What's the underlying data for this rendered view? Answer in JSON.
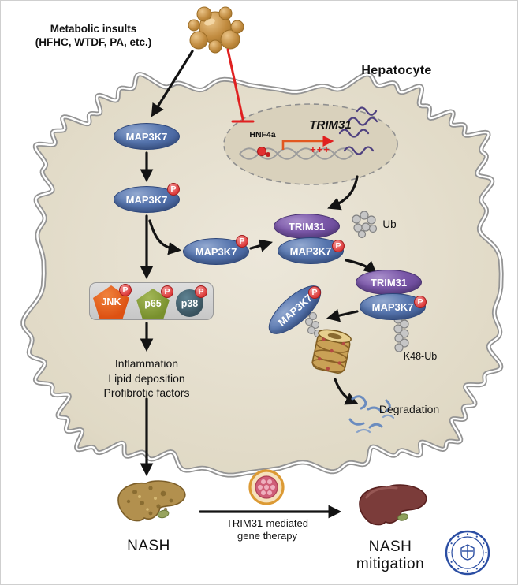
{
  "figure": {
    "insults": {
      "line1": "Metabolic insults",
      "line2": "(HFHC, WTDF, PA, etc.)"
    },
    "cell": {
      "label": "Hepatocyte"
    },
    "nucleus": {
      "tf": "HNF4a",
      "gene": "TRIM31",
      "activation": "+++"
    },
    "proteins": {
      "map3k7": "MAP3K7",
      "trim31": "TRIM31",
      "phospho": "P",
      "jnk": "JNK",
      "p65": "p65",
      "p38": "p38"
    },
    "tags": {
      "ub": "Ub",
      "k48": "K48-Ub"
    },
    "outcomes": [
      "Inflammation",
      "Lipid deposition",
      "Profibrotic factors"
    ],
    "degradation": "Degradation",
    "bottom": {
      "nash": "NASH",
      "therapy_line1": "TRIM31-mediated",
      "therapy_line2": "gene therapy",
      "mitigation_line1": "NASH",
      "mitigation_line2": "mitigation"
    }
  },
  "colors": {
    "map3k7_fill": "#4a6aa5",
    "trim31_fill": "#6a4b96",
    "phospho_badge": "#dd3a3a",
    "inhibition_red": "#e02020",
    "transcription_orange": "#e2571f",
    "jnk_orange": "#dd5112",
    "p65_olive": "#78902d",
    "p38_teal": "#39525e",
    "cell_fill": "#e3dcc9",
    "membrane_gray": "#949494",
    "mrna_purple": "#4e4080",
    "seal_blue": "#2b4ea3"
  }
}
